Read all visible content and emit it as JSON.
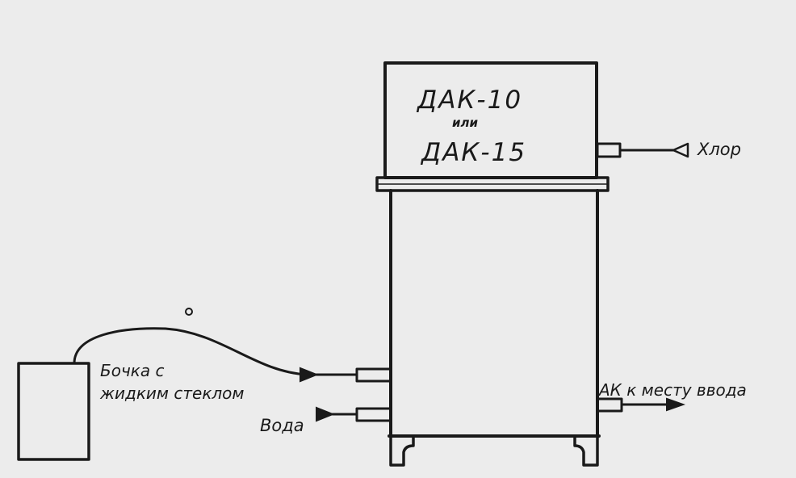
{
  "apparatus": {
    "model_line1": "ДАК-10",
    "model_or": "или",
    "model_line2": "ДАК-15"
  },
  "labels": {
    "chlorine": "Хлор",
    "barrel_line1": "Бочка с",
    "barrel_line2": "жидким стеклом",
    "water": "Вода",
    "output": "АК к месту ввода"
  },
  "colors": {
    "ink": "#1a1a1a",
    "paper": "#ececec"
  }
}
